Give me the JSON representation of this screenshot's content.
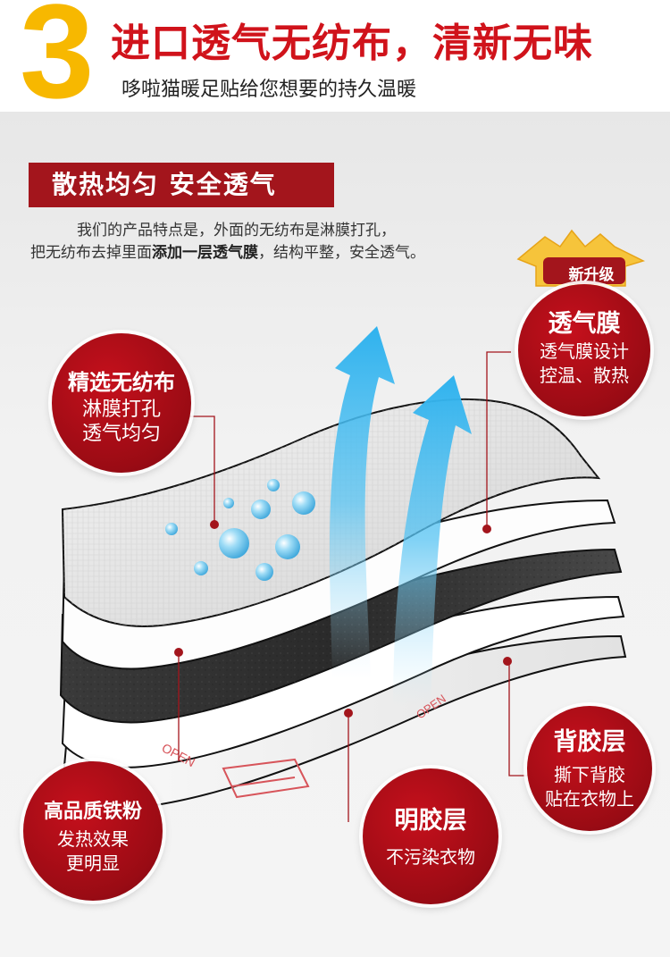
{
  "header": {
    "number": "3",
    "title": "进口透气无纺布，清新无味",
    "subtitle": "哆啦猫暖足贴给您想要的持久温暖"
  },
  "banner": "散热均匀 安全透气",
  "description": {
    "line1": "我们的产品特点是，外面的无纺布是淋膜打孔，",
    "line2_prefix": "把无纺布去掉里面",
    "line2_highlight": "添加一层透气膜",
    "line2_suffix": "，结构平整，安全透气。"
  },
  "badge": "新升级",
  "features": {
    "nonwoven": {
      "title": "精选无纺布",
      "line1": "淋膜打孔",
      "line2": "透气均匀"
    },
    "membrane": {
      "title": "透气膜",
      "line1": "透气膜设计",
      "line2": "控温、散热"
    },
    "iron": {
      "title": "高品质铁粉",
      "line1": "发热效果",
      "line2": "更明显"
    },
    "clear_glue": {
      "title": "明胶层",
      "line1": "不污染衣物"
    },
    "back_glue": {
      "title": "背胶层",
      "line1": "撕下背胶",
      "line2": "贴在衣物上"
    }
  },
  "layer_print": "OPEN",
  "colors": {
    "accent_red": "#a3151c",
    "number_yellow": "#f7b800",
    "title_red": "#d0131b"
  }
}
